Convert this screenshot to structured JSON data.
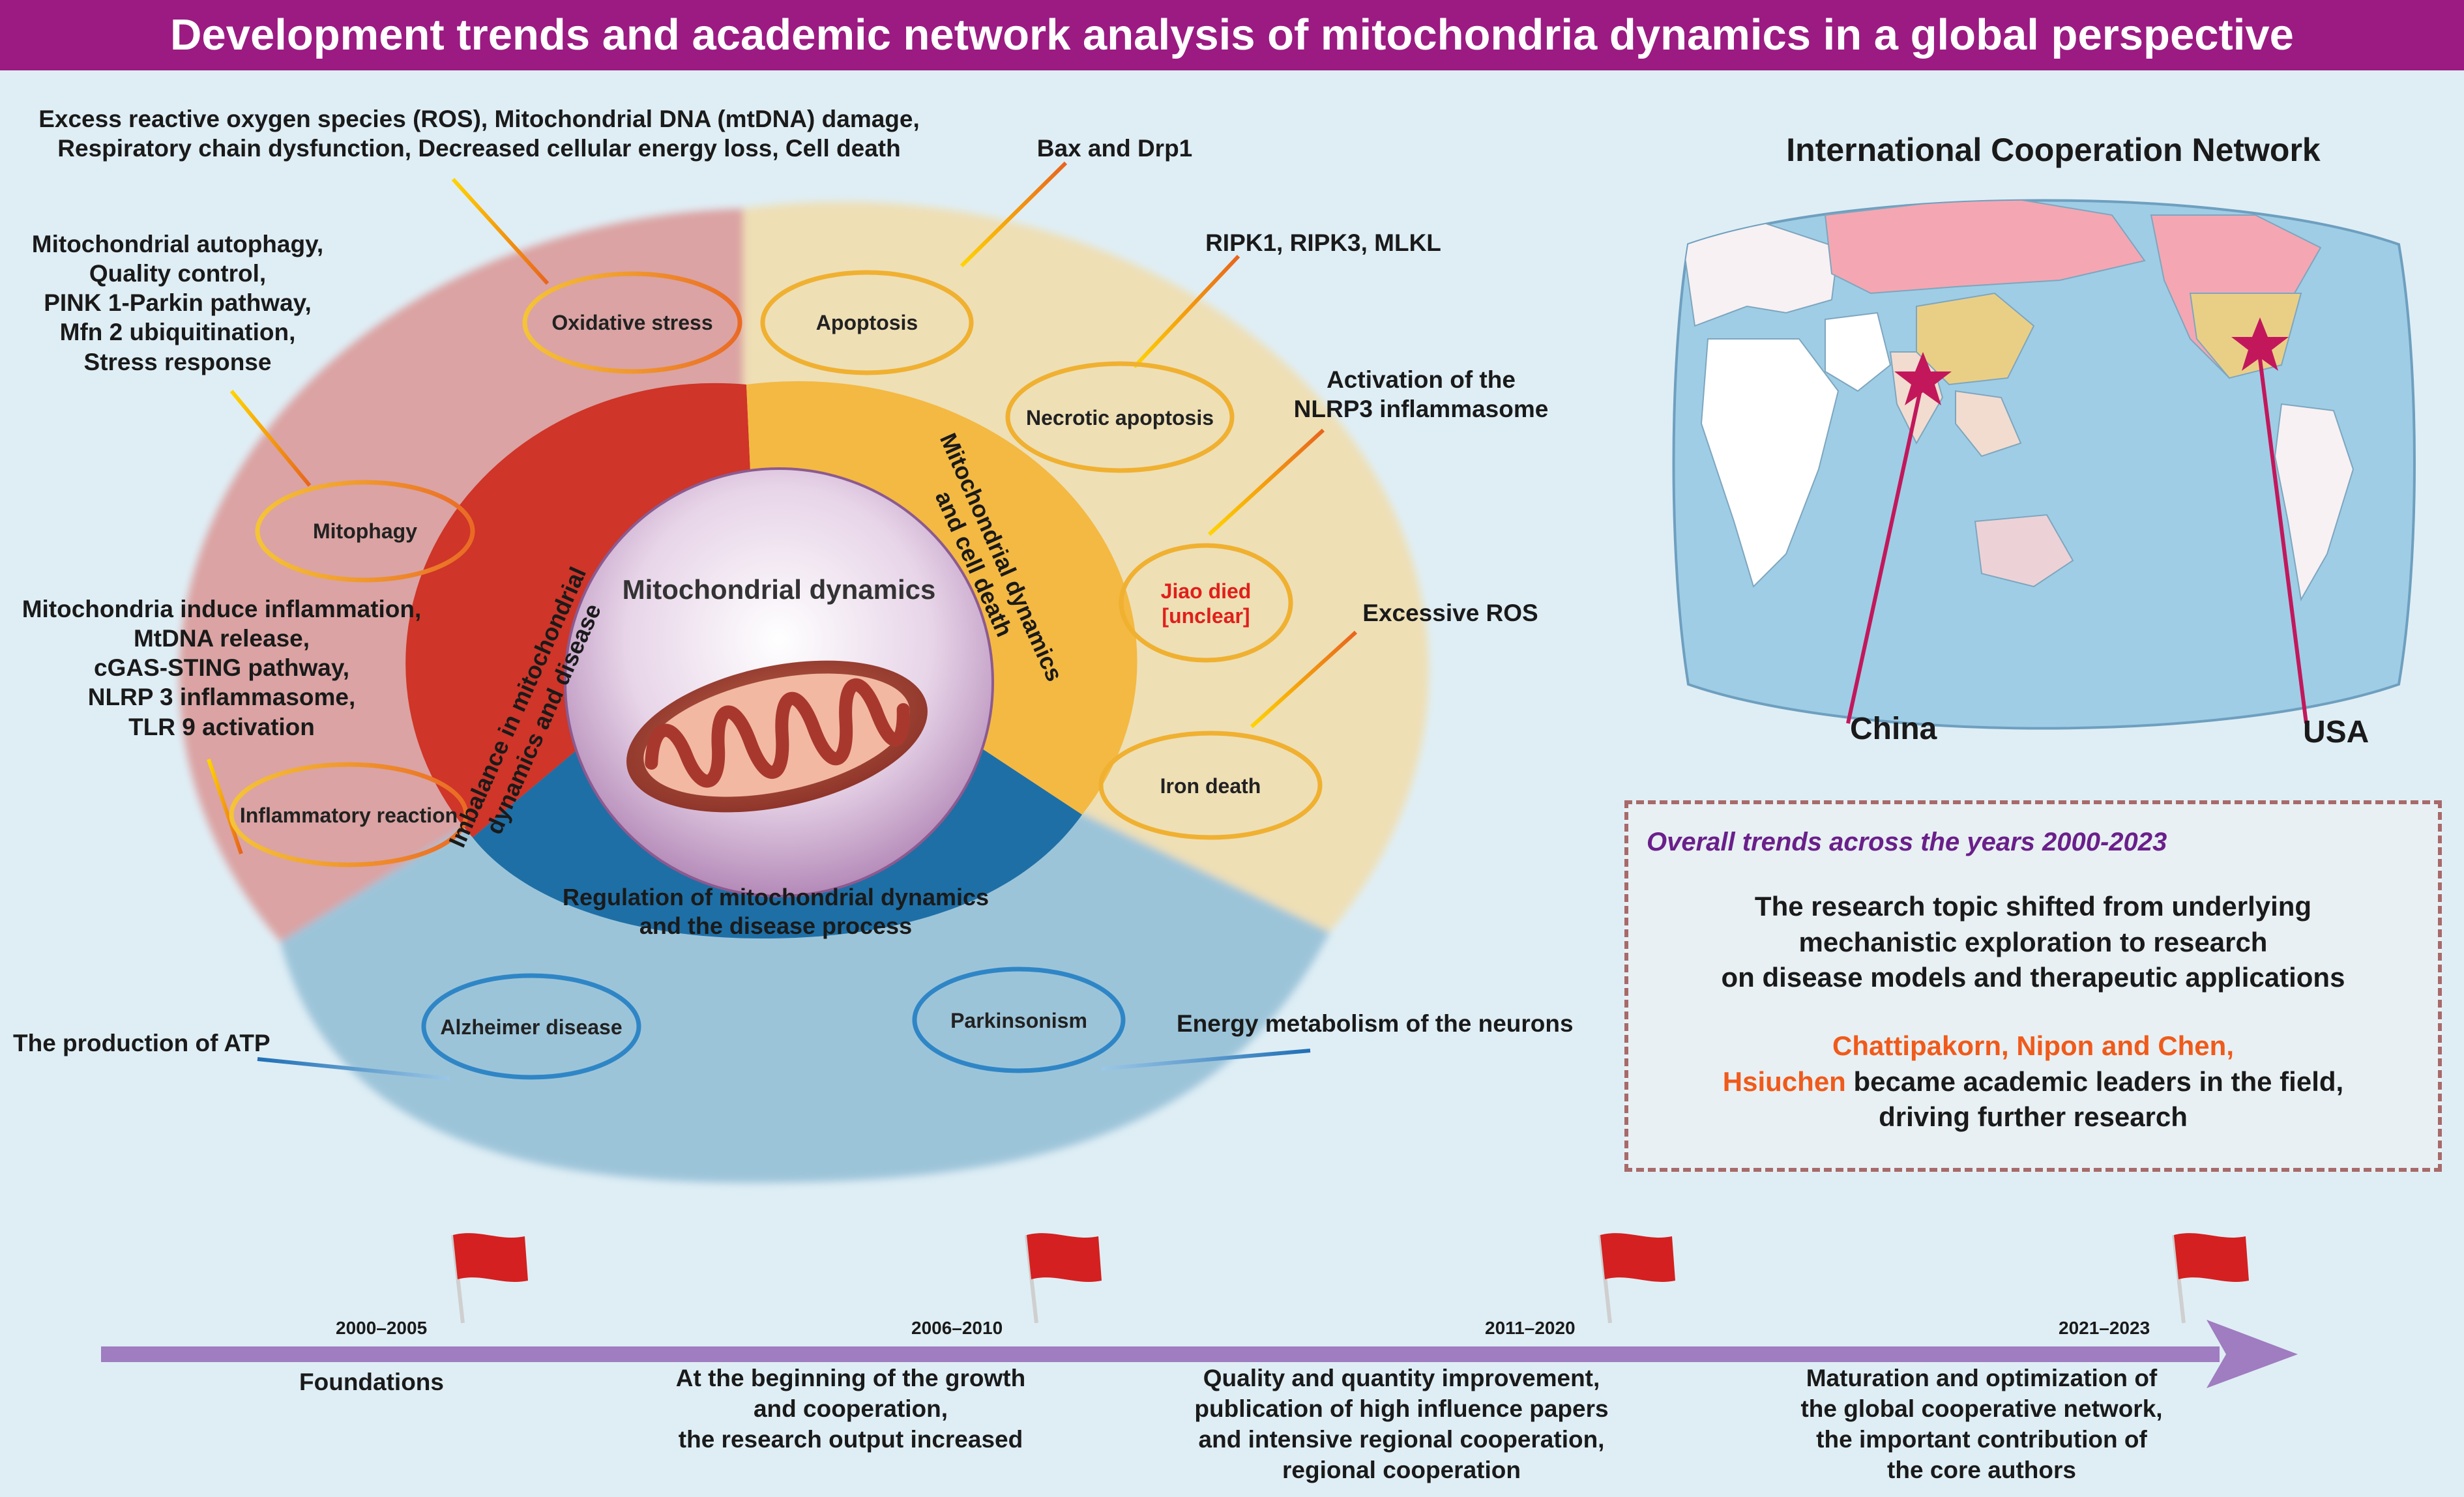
{
  "title": "Development trends and academic network analysis of mitochondria dynamics in a global perspective",
  "center": {
    "label": "Mitochondrial dynamics"
  },
  "ring": {
    "imbalance": "Imbalance in mitochondrial dynamics and disease",
    "cell_death": "Mitochondrial dynamics and cell death",
    "regulation_line1": "Regulation of mitochondrial dynamics",
    "regulation_line2": "and the disease process"
  },
  "ellipses": {
    "oxidative_stress": "Oxidative stress",
    "mitophagy": "Mitophagy",
    "inflammatory_reaction": "Inflammatory reaction",
    "apoptosis": "Apoptosis",
    "necrotic_apoptosis": "Necrotic apoptosis",
    "jiao_died_line1": "Jiao died",
    "jiao_died_line2": "[unclear]",
    "iron_death": "Iron death",
    "alzheimer": "Alzheimer disease",
    "parkinsonism": "Parkinsonism"
  },
  "annotations": {
    "ros_line1": "Excess reactive oxygen species (ROS), Mitochondrial DNA (mtDNA) damage,",
    "ros_line2": "Respiratory chain dysfunction, Decreased cellular energy loss, Cell death",
    "mitophagy_lines": [
      "Mitochondrial autophagy,",
      "Quality control,",
      "PINK 1-Parkin pathway,",
      "Mfn 2 ubiquitination,",
      "Stress response"
    ],
    "inflammation_lines": [
      "Mitochondria induce inflammation,",
      "MtDNA release,",
      "cGAS-STING pathway,",
      "NLRP 3 inflammasome,",
      "TLR 9 activation"
    ],
    "bax": "Bax and Drp1",
    "ripk": "RIPK1, RIPK3, MLKL",
    "nlrp3_line1": "Activation of the",
    "nlrp3_line2": "NLRP3 inflammasome",
    "excessive_ros": "Excessive ROS",
    "atp": "The production of ATP",
    "energy": "Energy metabolism of the neurons"
  },
  "map": {
    "title": "International Cooperation Network",
    "china": "China",
    "usa": "USA",
    "star_color": "#c2185b",
    "line_color": "#c2185b"
  },
  "trends": {
    "heading": "Overall trends across the years 2000-2023",
    "body_line1": "The research topic shifted from underlying",
    "body_line2": "mechanistic exploration to research",
    "body_line3": "on disease models and therapeutic applications",
    "leaders_highlight1": "Chattipakorn, Nipon and Chen,",
    "leaders_highlight2": "Hsiuchen",
    "leaders_rest1": " became academic leaders in the field,",
    "leaders_rest2": "driving further research"
  },
  "timeline": {
    "arrow_color": "#a07cc0",
    "flag_color": "#d42020",
    "periods": [
      {
        "years": "2000–2005",
        "lines": [
          "Foundations"
        ]
      },
      {
        "years": "2006–2010",
        "lines": [
          "At the beginning of the growth",
          "and cooperation,",
          "the research output increased"
        ]
      },
      {
        "years": "2011–2020",
        "lines": [
          "Quality and quantity improvement,",
          "publication of high influence papers",
          "and intensive regional cooperation,",
          "regional cooperation"
        ]
      },
      {
        "years": "2021–2023",
        "lines": [
          "Maturation and optimization of",
          "the global cooperative network,",
          "the important contribution of",
          "the core authors"
        ]
      }
    ]
  },
  "colors": {
    "header": "#9b1b82",
    "pink_sector": "#dba3a3",
    "yellow_sector": "#eedfb5",
    "blue_sector": "#9cc4d9",
    "red_ring": "#cf3528",
    "orange_ring": "#f4b942",
    "blue_ring": "#1e6fa6",
    "ellipse_warm_stroke": "#f0b030",
    "ellipse_blue_stroke": "#2f86c6",
    "jiao_text": "#e0201a"
  }
}
